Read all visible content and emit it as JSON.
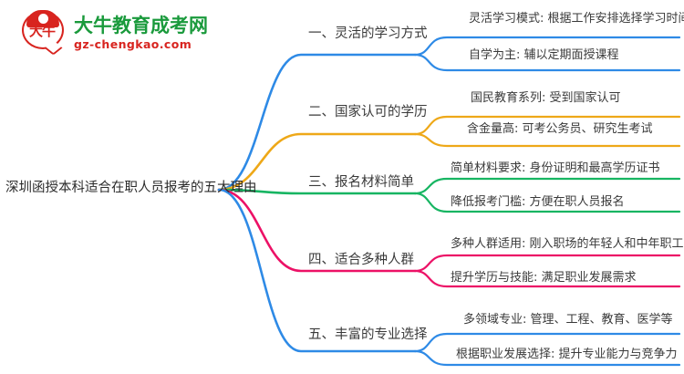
{
  "logo": {
    "mark_text": "大牛",
    "title": "大牛教育成考网",
    "domain": "gz-chengkao.com",
    "brand_green": "#1a9a3c",
    "brand_red": "#d8241f"
  },
  "mindmap": {
    "center": {
      "label": "深圳函授本科适合在职人员报考的五大理由"
    },
    "branches": [
      {
        "label": "一、灵活的学习方式",
        "color": "#2e8ae6",
        "children": [
          {
            "label": "灵活学习模式: 根据工作安排选择学习时间"
          },
          {
            "label": "自学为主: 辅以定期面授课程"
          }
        ]
      },
      {
        "label": "二、国家认可的学历",
        "color": "#eea818",
        "children": [
          {
            "label": "国民教育系列: 受到国家认可"
          },
          {
            "label": "含金量高: 可考公务员、研究生考试"
          }
        ]
      },
      {
        "label": "三、报名材料简单",
        "color": "#17b562",
        "children": [
          {
            "label": "简单材料要求: 身份证明和最高学历证书"
          },
          {
            "label": "降低报考门槛: 方便在职人员报名"
          }
        ]
      },
      {
        "label": "四、适合多种人群",
        "color": "#ec1166",
        "children": [
          {
            "label": "多种人群适用: 刚入职场的年轻人和中年职工"
          },
          {
            "label": "提升学历与技能: 满足职业发展需求"
          }
        ]
      },
      {
        "label": "五、丰富的专业选择",
        "color": "#2e8ae6",
        "children": [
          {
            "label": "多领域专业: 管理、工程、教育、医学等"
          },
          {
            "label": "根据职业发展选择: 提升专业能力与竞争力"
          }
        ]
      }
    ]
  }
}
